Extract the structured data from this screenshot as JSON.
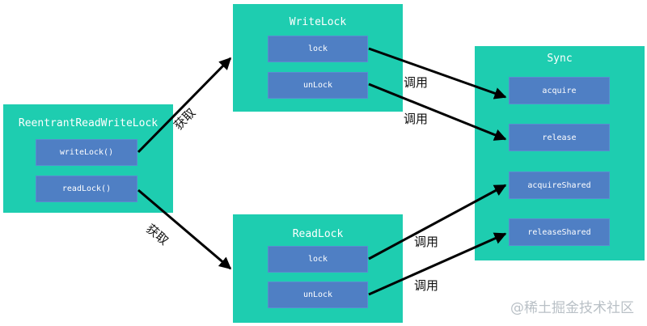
{
  "nodes": {
    "rrwl": {
      "title": "ReentrantReadWriteLock",
      "methods": [
        "writeLock()",
        "readLock()"
      ]
    },
    "write": {
      "title": "WriteLock",
      "methods": [
        "lock",
        "unLock"
      ]
    },
    "read": {
      "title": "ReadLock",
      "methods": [
        "lock",
        "unLock"
      ]
    },
    "sync": {
      "title": "Sync",
      "methods": [
        "acquire",
        "release",
        "acquireShared",
        "releaseShared"
      ]
    }
  },
  "edges": {
    "acquire_label": "获取",
    "call_label": "调用"
  },
  "watermark": "@稀土掘金技术社区",
  "colors": {
    "container": "#1ecdb0",
    "method": "#4f7fc4",
    "arrow": "#000000"
  }
}
